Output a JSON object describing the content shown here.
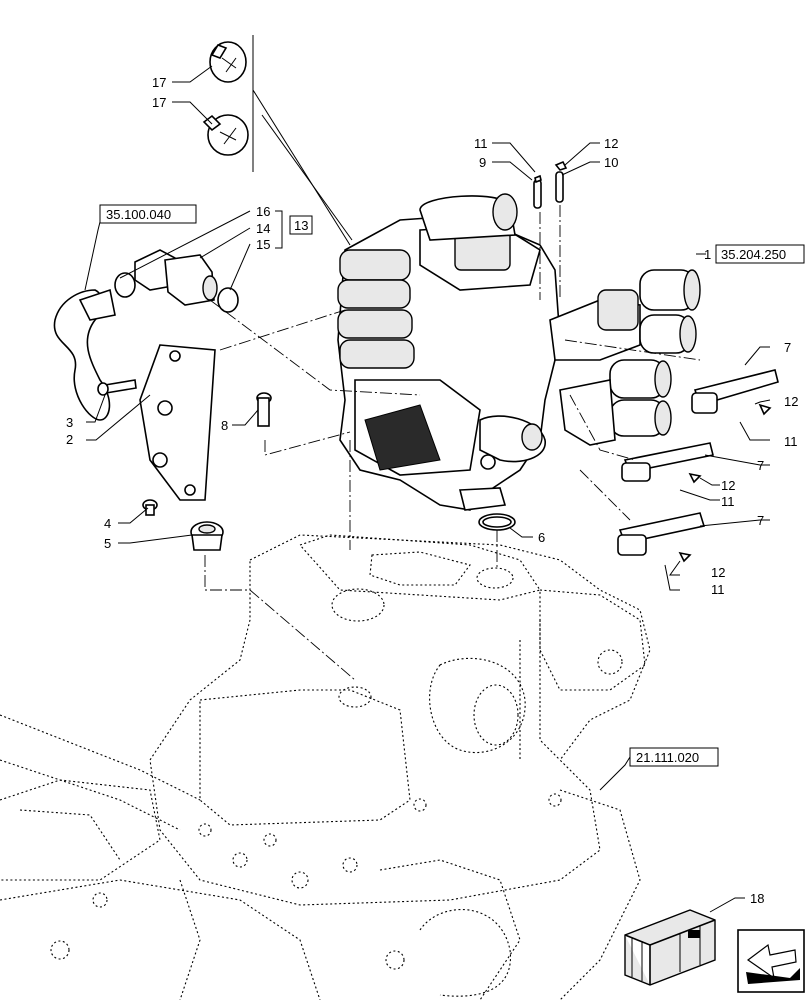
{
  "callouts": {
    "c1": "1",
    "c2": "2",
    "c3": "3",
    "c4": "4",
    "c5": "5",
    "c6": "6",
    "c7a": "7",
    "c7b": "7",
    "c7c": "7",
    "c8": "8",
    "c9": "9",
    "c10": "10",
    "c11a": "11",
    "c11b": "11",
    "c11c": "11",
    "c11d": "11",
    "c12a": "12",
    "c12b": "12",
    "c12c": "12",
    "c12d": "12",
    "c14": "14",
    "c15": "15",
    "c16": "16",
    "c17a": "17",
    "c17b": "17",
    "c18": "18"
  },
  "references": {
    "ref_top_left": "35.100.040",
    "ref_group": "13",
    "ref_valve": "35.204.250",
    "ref_housing": "21.111.020"
  }
}
